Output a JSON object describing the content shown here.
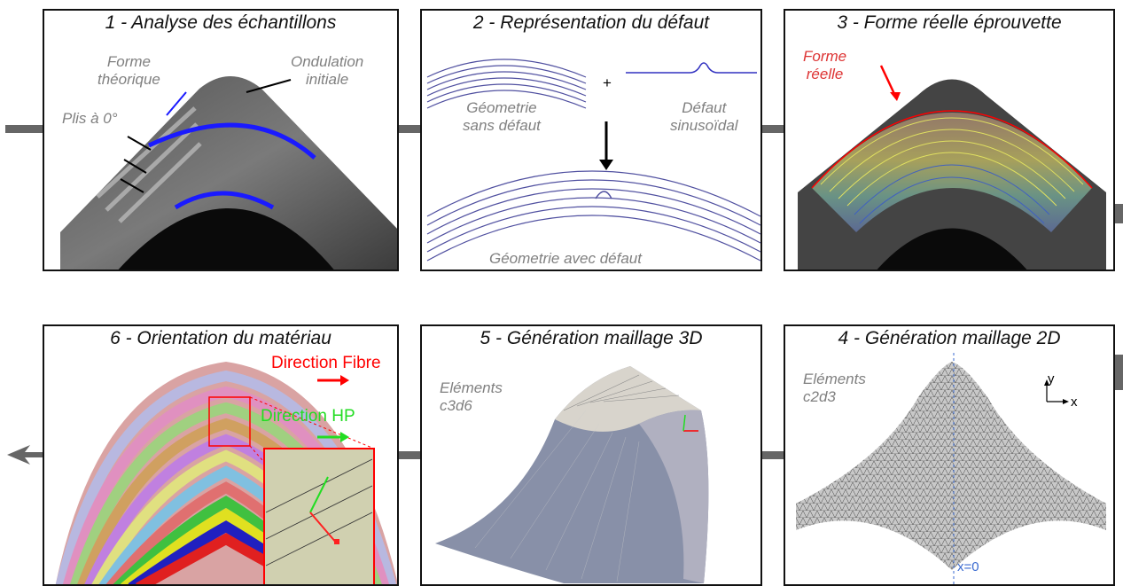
{
  "colors": {
    "frame": "#111111",
    "connector": "#666666",
    "annotation_gray": "#808080",
    "blue_outline": "#1a1aff",
    "red": "#ff0000",
    "green": "#22dd22",
    "specimen_dark": "#3a3a3a",
    "mesh_blue": "#5050a0"
  },
  "panels": [
    {
      "title": "1 - Analyse des échantillons",
      "labels": {
        "forme_theorique": "Forme\nthéorique",
        "ondulation_initiale": "Ondulation\ninitiale",
        "plis": "Plis à 0°"
      }
    },
    {
      "title": "2 - Représentation du défaut",
      "labels": {
        "plus": "+",
        "geometrie_sans_defaut": "Géometrie\nsans défaut",
        "defaut_sinusoidal": "Défaut\nsinusoïdal",
        "geometrie_avec_defaut": "Géometrie avec défaut"
      }
    },
    {
      "title": "3 - Forme réelle éprouvette",
      "labels": {
        "forme_reelle": "Forme\nréelle"
      }
    },
    {
      "title": "4 - Génération maillage 2D",
      "labels": {
        "elements": "Eléments\nc2d3",
        "axis_y": "y",
        "axis_x": "x",
        "x0": "x=0"
      }
    },
    {
      "title": "5 - Génération maillage 3D",
      "labels": {
        "elements": "Eléments\nc3d6"
      }
    },
    {
      "title": "6 - Orientation du matériau",
      "labels": {
        "direction_fibre": "Direction Fibre",
        "direction_hp": "Direction HP"
      }
    }
  ]
}
